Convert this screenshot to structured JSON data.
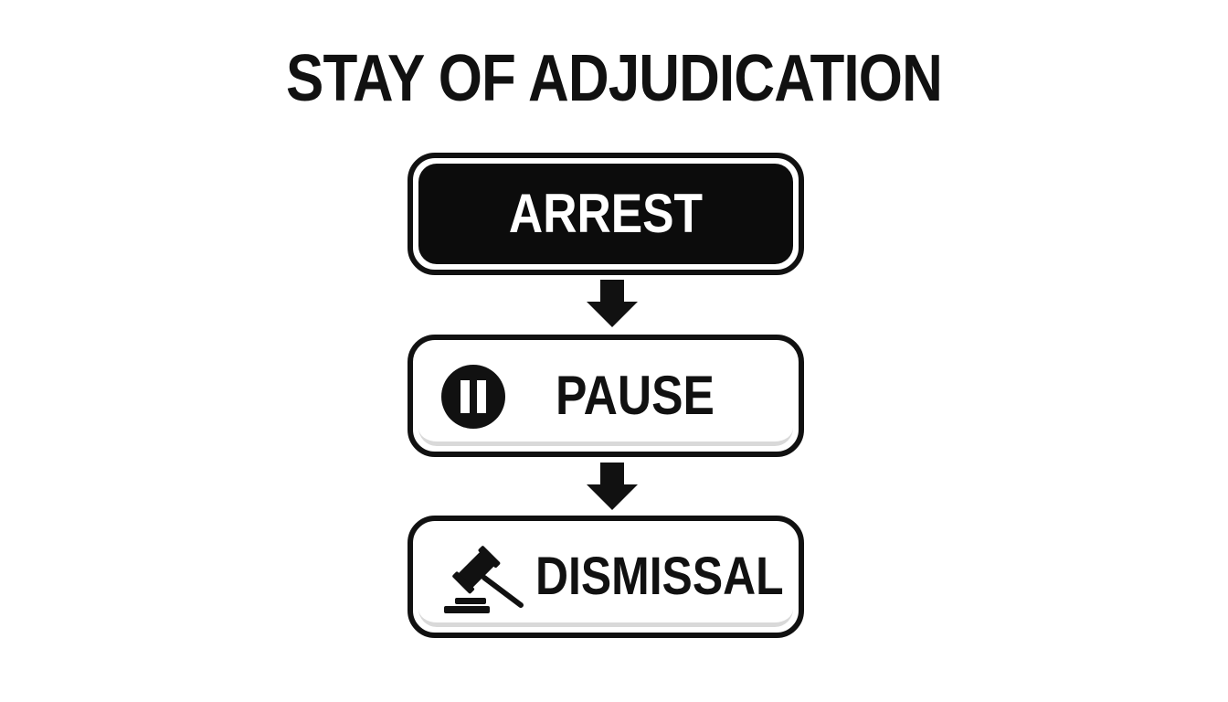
{
  "diagram": {
    "title": "STAY OF ADJUDICATION",
    "steps": [
      {
        "label": "ARREST",
        "icon": ""
      },
      {
        "label": "PAUSE",
        "icon": "pause-circle-icon"
      },
      {
        "label": "DISMISSAL",
        "icon": "gavel-icon"
      }
    ],
    "connectors": [
      "arrow-down",
      "arrow-down"
    ]
  },
  "colors": {
    "ink": "#111111",
    "background": "#ffffff",
    "shadow": "#d9d9d9"
  }
}
